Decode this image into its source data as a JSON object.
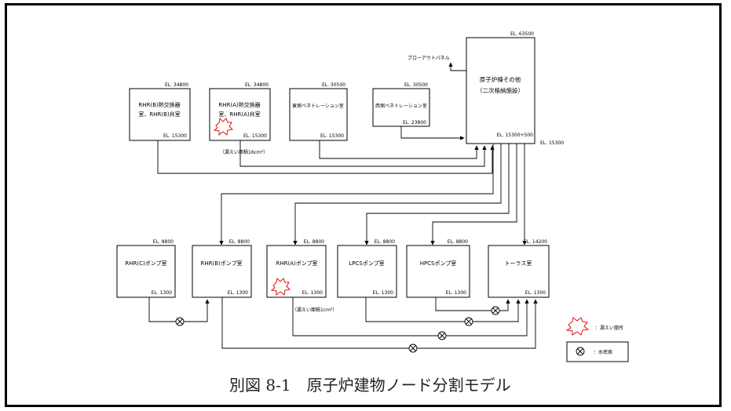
{
  "caption": "別図 8-1　原子炉建物ノード分割モデル",
  "reactor": {
    "el_top": "EL. 63500",
    "line1": "原子炉棟その他",
    "line2": "（二次格納施設）",
    "el_bottom": "EL. 15300+500",
    "el_side": "EL. 15300"
  },
  "blowout": "ブローアウトパネル",
  "upper_rooms": [
    {
      "line1": "RHR(B)熱交換器",
      "line2": "室、RHR(B)弁室",
      "el_top": "EL. 34800",
      "el_bottom": "EL. 15300"
    },
    {
      "line1": "RHR(A)熱交換器",
      "line2": "室、RHR(A)弁室",
      "el_top": "EL. 34800",
      "el_bottom": "EL. 15300"
    },
    {
      "line1": "東側ペネトレーション室",
      "line2": "",
      "el_top": "EL. 30500",
      "el_bottom": "EL. 15300"
    },
    {
      "line1": "西側ペネトレーション室",
      "line2": "",
      "el_top": "EL. 30500",
      "el_bottom": "EL. 23800"
    }
  ],
  "leak_area_upper": "（漏えい面積16cm²）",
  "lower_rooms": [
    {
      "label": "RHR(C)ポンプ室",
      "el_top": "EL. 8800",
      "el_bottom": "EL. 1300"
    },
    {
      "label": "RHR(B)ポンプ室",
      "el_top": "EL. 8800",
      "el_bottom": "EL. 1300"
    },
    {
      "label": "RHR(A)ポンプ室",
      "el_top": "EL. 8800",
      "el_bottom": "EL. 1300"
    },
    {
      "label": "LPCSポンプ室",
      "el_top": "EL. 8800",
      "el_bottom": "EL. 1300"
    },
    {
      "label": "HPCSポンプ室",
      "el_top": "EL. 8800",
      "el_bottom": "EL. 1300"
    },
    {
      "label": "トーラス室",
      "el_top": "EL. 14200",
      "el_bottom": "EL. 1300"
    }
  ],
  "leak_area_lower": "（漏えい面積1cm²）",
  "legend": {
    "leak": "：漏えい箇所",
    "door": "：水密扉"
  },
  "icons": {
    "leak": "burst-icon",
    "door": "watertight-door-icon"
  }
}
